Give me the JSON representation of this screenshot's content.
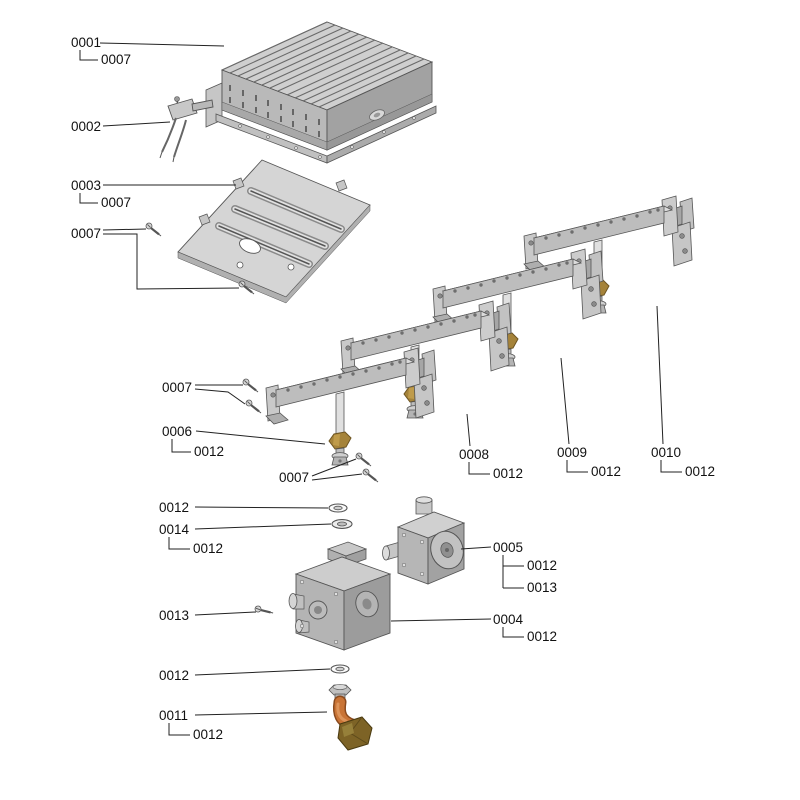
{
  "page": {
    "background": "#ffffff",
    "text_color": "#111111"
  },
  "diagram": {
    "kind": "exploded-parts-diagram",
    "colors": {
      "leader_line": "#222222",
      "outline": "#555555",
      "brass": "#a5833a",
      "copper": "#c97436",
      "metal_light": "#dcdcdc",
      "metal_mid": "#b6b6b6"
    },
    "callouts": [
      {
        "part": "0001"
      },
      {
        "part": "0007"
      },
      {
        "part": "0002"
      },
      {
        "part": "0003"
      },
      {
        "part": "0007"
      },
      {
        "part": "0007"
      },
      {
        "part": "0007"
      },
      {
        "part": "0006"
      },
      {
        "part": "0012"
      },
      {
        "part": "0007"
      },
      {
        "part": "0008"
      },
      {
        "part": "0012"
      },
      {
        "part": "0009"
      },
      {
        "part": "0012"
      },
      {
        "part": "0010"
      },
      {
        "part": "0012"
      },
      {
        "part": "0012"
      },
      {
        "part": "0014"
      },
      {
        "part": "0012"
      },
      {
        "part": "0005"
      },
      {
        "part": "0012"
      },
      {
        "part": "0013"
      },
      {
        "part": "0013"
      },
      {
        "part": "0004"
      },
      {
        "part": "0012"
      },
      {
        "part": "0012"
      },
      {
        "part": "0011"
      },
      {
        "part": "0012"
      }
    ]
  }
}
